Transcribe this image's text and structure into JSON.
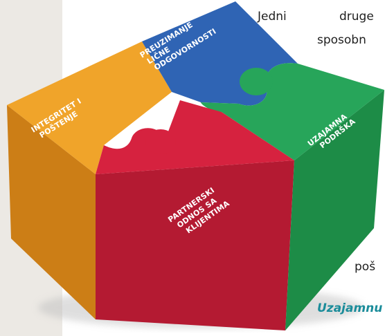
{
  "puzzle": {
    "labels": {
      "integritet": [
        "INTEGRITET I",
        "POŠTENJE"
      ],
      "preuzimanje": [
        "PREUZIMANJE",
        "LIČNE",
        "ODGOVORNOSTI"
      ],
      "uzajamna": [
        "UZAJAMNA",
        "PODRŠKA"
      ],
      "partnerski": [
        "PARTNERSKI",
        "ODNOS SA",
        "KLIJENTIMA"
      ]
    },
    "colors": {
      "orange": "#f0a42a",
      "blue": "#2f64b4",
      "green": "#27a55a",
      "red": "#d6223f"
    }
  },
  "text": {
    "word1": "Jedni",
    "word2": "druge",
    "line2": "sposobn",
    "line3": "poš",
    "quote": "Uzajamnu"
  }
}
